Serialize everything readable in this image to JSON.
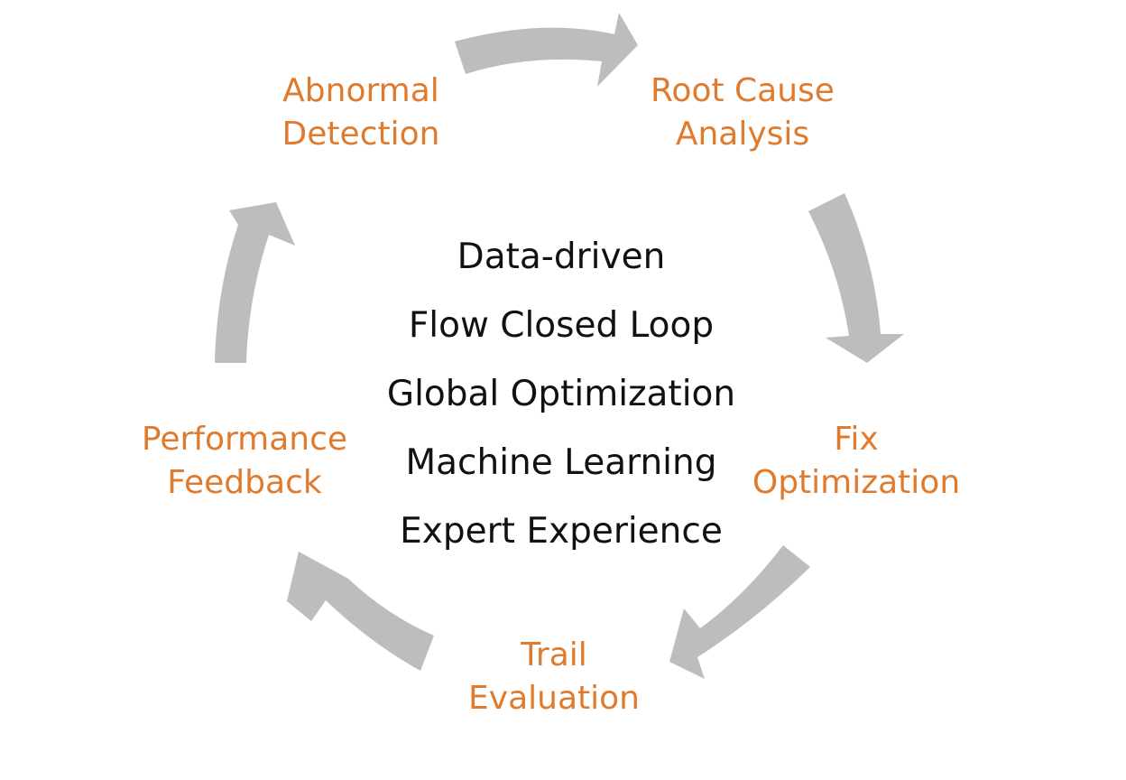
{
  "colors": {
    "label": "#E07B2E",
    "center_text": "#111111",
    "arrow": "#BDBDBD"
  },
  "stages": [
    {
      "line1": "Abnormal",
      "line2": "Detection"
    },
    {
      "line1": "Root Cause",
      "line2": "Analysis"
    },
    {
      "line1": "Fix",
      "line2": "Optimization"
    },
    {
      "line1": "Trail",
      "line2": "Evaluation"
    },
    {
      "line1": "Performance",
      "line2": "Feedback"
    }
  ],
  "center": {
    "lines": [
      "Data-driven",
      "Flow Closed Loop",
      "Global Optimization",
      "Machine Learning",
      "Expert Experience"
    ]
  }
}
